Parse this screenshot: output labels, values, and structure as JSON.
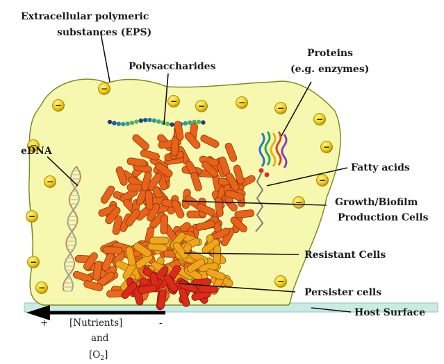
{
  "labels": {
    "eps_line1": "Extracellular polymeric",
    "eps_line2": "substances (EPS)",
    "polysaccharides": "Polysaccharides",
    "proteins_line1": "Proteins",
    "proteins_line2": "(e.g. enzymes)",
    "edna": "eDNA",
    "fatty_acids": "Fatty acids",
    "growth_line1": "Growth/Biofilm",
    "growth_line2": "Production Cells",
    "resistant": "Resistant Cells",
    "persister": "Persister cells",
    "host_surface": "Host Surface"
  },
  "gradient": {
    "plus": "+",
    "minus": "-",
    "nutrients": "[Nutrients]",
    "and": "and",
    "oxygen_open": "[O",
    "oxygen_sub": "2",
    "oxygen_close": "]"
  },
  "charge_symbol": "−",
  "colors": {
    "matrix_fill": "#f6f8b0",
    "matrix_stroke": "#7f8a1e",
    "surface": "#c9ebe4",
    "growth_cells": "#e8621a",
    "resistant_cells": "#f0a51a",
    "persister_cells": "#dc2a1a",
    "charge": "#f2d21a"
  }
}
